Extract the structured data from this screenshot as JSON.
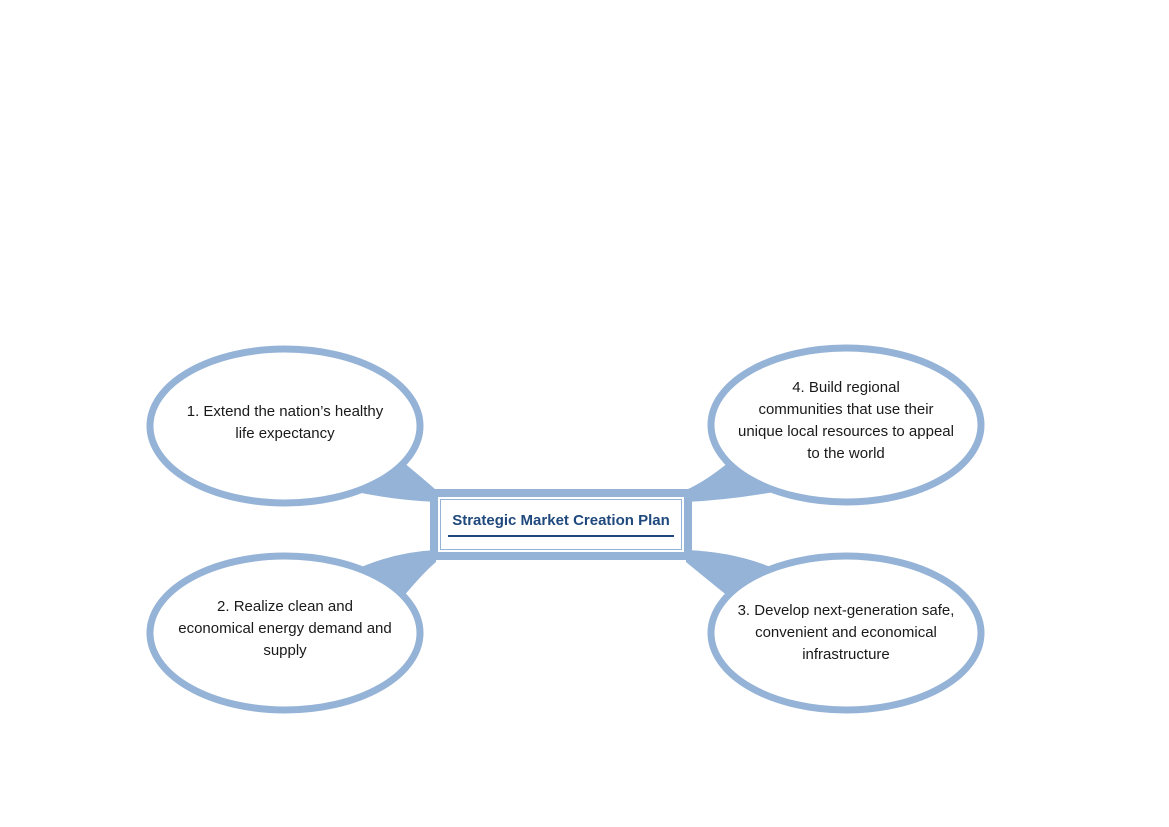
{
  "page": {
    "background": "#ffffff"
  },
  "diagram": {
    "title": "Strategic Market Creation Plan",
    "colors": {
      "accent": "#95b3d7",
      "title_text": "#1f497d",
      "body_text": "#1a1a1a",
      "node_fill": "#ffffff"
    },
    "nodes": [
      {
        "id": "1",
        "position": "top-left",
        "label": "1. Extend the nation’s healthy\nlife expectancy"
      },
      {
        "id": "2",
        "position": "bottom-left",
        "label": "2. Realize clean and\neconomical energy demand and\nsupply"
      },
      {
        "id": "3",
        "position": "bottom-right",
        "label": "3. Develop next-generation safe,\nconvenient and economical\ninfrastructure"
      },
      {
        "id": "4",
        "position": "top-right",
        "label": "4. Build regional\ncommunities that use their\nunique local resources to appeal\nto the world"
      }
    ]
  }
}
